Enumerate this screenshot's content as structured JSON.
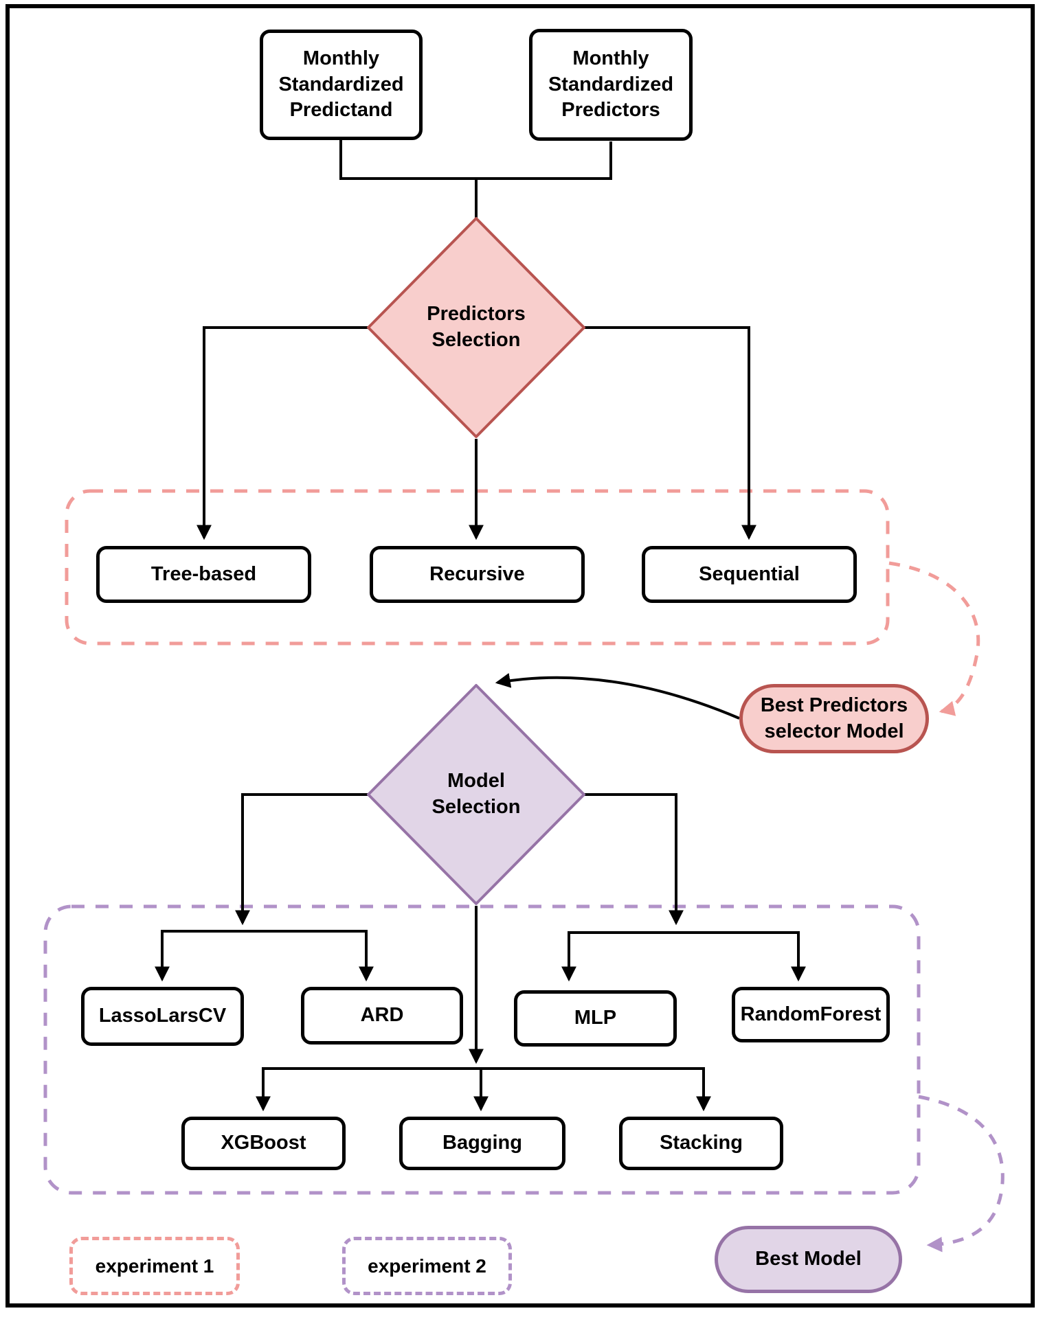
{
  "flowchart": {
    "inputs": {
      "predictand": "Monthly\nStandardized\nPredictand",
      "predictors": "Monthly\nStandardized\nPredictors"
    },
    "predictors_selection": {
      "label": "Predictors\nSelection",
      "methods": [
        "Tree-based",
        "Recursive",
        "Sequential"
      ],
      "output": "Best Predictors\nselector Model"
    },
    "model_selection": {
      "label": "Model\nSelection",
      "models_row1": [
        "LassoLarsCV",
        "ARD",
        "MLP",
        "RandomForest"
      ],
      "models_row2": [
        "XGBoost",
        "Bagging",
        "Stacking"
      ],
      "output": "Best Model"
    },
    "legend": {
      "experiment1": "experiment 1",
      "experiment2": "experiment 2"
    }
  },
  "colors": {
    "pink_fill": "#f8cecc",
    "pink_stroke": "#b85450",
    "pink_dash": "#f19c99",
    "purple_fill": "#e1d5e7",
    "purple_stroke": "#9673a6",
    "purple_dash": "#b192c8",
    "line": "#000000"
  }
}
